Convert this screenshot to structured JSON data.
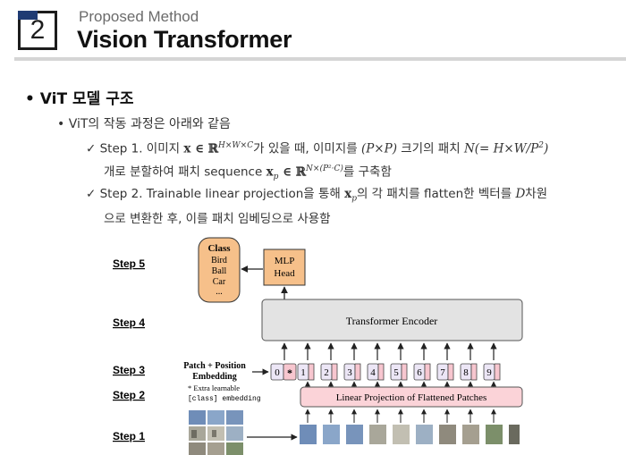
{
  "header": {
    "section_number": "2",
    "subtitle": "Proposed Method",
    "title": "Vision Transformer"
  },
  "content": {
    "bullet1": "ViT 모델 구조",
    "bullet2": "ViT의 작동 과정은 아래와 같음",
    "check1_a": "Step 1. 이미지 ",
    "check1_math1": "x ∈ ℝ",
    "check1_sup1": "H×W×C",
    "check1_b": "가 있을 때, 이미지를 ",
    "check1_math2": "(P×P)",
    "check1_c": " 크기의 패치 ",
    "check1_math3": "N(= H×W/P",
    "check1_sup3": "2",
    "check1_math3_end": ")",
    "check1_line2_a": "개로 분할하여 패치 sequence ",
    "check1_line2_math": "x",
    "check1_line2_sub": "p",
    "check1_line2_math2": " ∈ ℝ",
    "check1_line2_sup": "N×(P²·C)",
    "check1_line2_b": "를 구축함",
    "check2_a": "Step 2. Trainable linear projection을 통해 ",
    "check2_math": "x",
    "check2_sub": "p",
    "check2_b": "의 각 패치를 flatten한 벡터를 ",
    "check2_math2": "D",
    "check2_c": "차원",
    "check2_line2": "으로 변환한 후, 이를 패치 임베딩으로 사용함"
  },
  "diagram": {
    "steps": [
      "Step 5",
      "Step 4",
      "Step 3",
      "Step 2",
      "Step 1"
    ],
    "class_box": [
      "Class",
      "Bird",
      "Ball",
      "Car",
      "..."
    ],
    "mlp_head": [
      "MLP",
      "Head"
    ],
    "transformer_encoder": "Transformer Encoder",
    "patch_pos_label": [
      "Patch + Position",
      "Embedding"
    ],
    "extra_note": [
      "* Extra learnable",
      "[class] embedding"
    ],
    "linear_projection": "Linear Projection of Flattened Patches",
    "tokens": [
      "0",
      "1",
      "2",
      "3",
      "4",
      "5",
      "6",
      "7",
      "8",
      "9"
    ],
    "class_token_mark": "*",
    "colors": {
      "class_box": "#f6c08a",
      "mlp_head": "#f6c08a",
      "encoder": "#e3e3e3",
      "projection": "#fbd3d8",
      "token": "#ece6f6",
      "token_pink": "#f7c6cf"
    }
  }
}
